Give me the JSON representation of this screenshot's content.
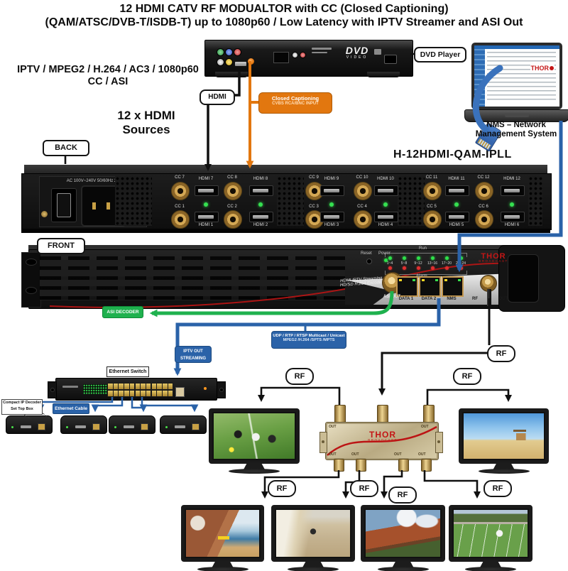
{
  "colors": {
    "blue": "#2a62a8",
    "orange": "#e2770f",
    "green": "#1fb14e",
    "brand_red": "#c41616",
    "gold": "#c49a4a"
  },
  "title": {
    "line1": "12 HDMI CATV RF MODUALTOR with CC (Closed Captioning)",
    "line2": "(QAM/ATSC/DVB-T/ISDB-T) up to 1080p60 / Low Latency with IPTV Streamer and ASI Out"
  },
  "top": {
    "dvd_player_label": "DVD Player",
    "dvd_logo": "DVD",
    "dvd_logo_sub": "VIDEO",
    "source_line1": "IPTV / MPEG2 / H.264 / AC3 / 1080p60",
    "source_line2": "CC / ASI",
    "hdmi_sources_line1": "12 x HDMI",
    "hdmi_sources_line2": "Sources",
    "hdmi_tag": "HDMI",
    "cc_line1": "Closed Captioning",
    "cc_line2": "CVBS RCA/BNC INPUT",
    "nms_line1": "NMS – Network",
    "nms_line2": "Management System",
    "laptop_brand": "THOR"
  },
  "back_panel": {
    "tag": "BACK",
    "model": "H-12HDMI-QAM-IPLL",
    "ac_text": "AC 100V~240V 50/60Hz 2A",
    "top_row": [
      {
        "cc": "CC 7",
        "hdmi": "HDMI 7"
      },
      {
        "cc": "CC 8",
        "hdmi": "HDMI 8"
      },
      {
        "cc": "CC 9",
        "hdmi": "HDMI 9"
      },
      {
        "cc": "CC 10",
        "hdmi": "HDMI 10"
      },
      {
        "cc": "CC 11",
        "hdmi": "HDMI 11"
      },
      {
        "cc": "CC 12",
        "hdmi": "HDMI 12"
      }
    ],
    "bottom_row": [
      {
        "cc": "CC 1",
        "hdmi": "HDMI 1"
      },
      {
        "cc": "CC 2",
        "hdmi": "HDMI 2"
      },
      {
        "cc": "CC 3",
        "hdmi": "HDMI 3"
      },
      {
        "cc": "CC 4",
        "hdmi": "HDMI 4"
      },
      {
        "cc": "CC 5",
        "hdmi": "HDMI 5"
      },
      {
        "cc": "CC 6",
        "hdmi": "HDMI 6"
      }
    ]
  },
  "front_panel": {
    "tag": "FRONT",
    "reset": "Reset",
    "power": "Power",
    "run": "Run",
    "alarm": "Alarm",
    "led_groups": [
      "1~4",
      "5~8",
      "9~12",
      "13~16",
      "17~20",
      "21~24"
    ],
    "brand": "THOR",
    "brand_sub": "BROADCAST",
    "screen_text1": "HDMI IPTV Streaming",
    "screen_text2": "HD/SD H.264 Encoder",
    "asi_out": "ASI OUT",
    "data1": "DATA 1",
    "data2": "DATA 2",
    "nms": "NMS",
    "rf": "RF",
    "out": "OUT"
  },
  "mid": {
    "asi_decoder": "ASI DECODER",
    "iptv_line1": "IPTV OUT",
    "iptv_line2": "STREAMING",
    "udp_line1": "UDP / RTP / RTSP Multicast / Unicast",
    "udp_line2": "MPEG2 /H.264 /SPTS /MPTS",
    "rf": "RF"
  },
  "network": {
    "switch_label": "Ethernet Switch",
    "cable_label": "Ethernet Cable",
    "stb_line1": "Compact IP Decoder",
    "stb_line2": "Set Top Box"
  },
  "splitter": {
    "brand": "THOR",
    "brand_sub": "BROADCAST",
    "out": "OUT"
  },
  "tvs": {
    "mid_left_scene": "soccer-match",
    "mid_right_scene": "beach-lifeguard",
    "bottom_scenes": [
      "coastal-cliff",
      "skimboarder-beach",
      "red-rock-canyon",
      "boy-running-field"
    ]
  }
}
